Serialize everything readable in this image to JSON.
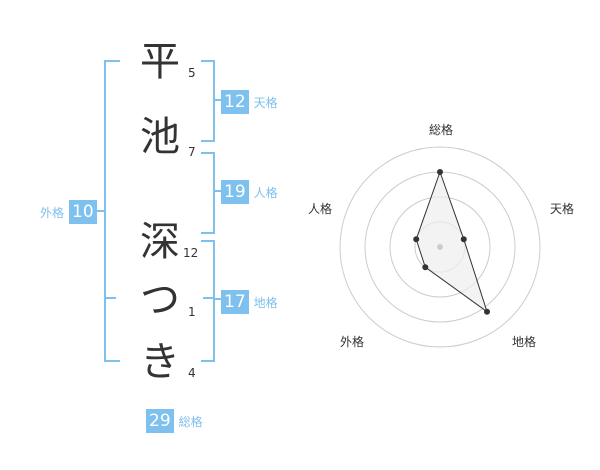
{
  "name": {
    "chars": [
      "平",
      "池",
      "深",
      "つ",
      "き"
    ],
    "strokes": [
      "5",
      "7",
      "12",
      "1",
      "4"
    ]
  },
  "fortune": {
    "tenkaku": {
      "value": "12",
      "label": "天格"
    },
    "jinkaku": {
      "value": "19",
      "label": "人格"
    },
    "chikaku": {
      "value": "17",
      "label": "地格"
    },
    "gaikaku": {
      "value": "10",
      "label": "外格"
    },
    "soukaku": {
      "value": "29",
      "label": "総格"
    }
  },
  "radar": {
    "axes": [
      "総格",
      "天格",
      "地格",
      "外格",
      "人格"
    ],
    "values": [
      0.75,
      0.25,
      0.8,
      0.25,
      0.25
    ],
    "colors": {
      "line": "#333333",
      "fill": "#eeeeee",
      "grid": "#cccccc",
      "accent": "#7ec0ee"
    }
  }
}
